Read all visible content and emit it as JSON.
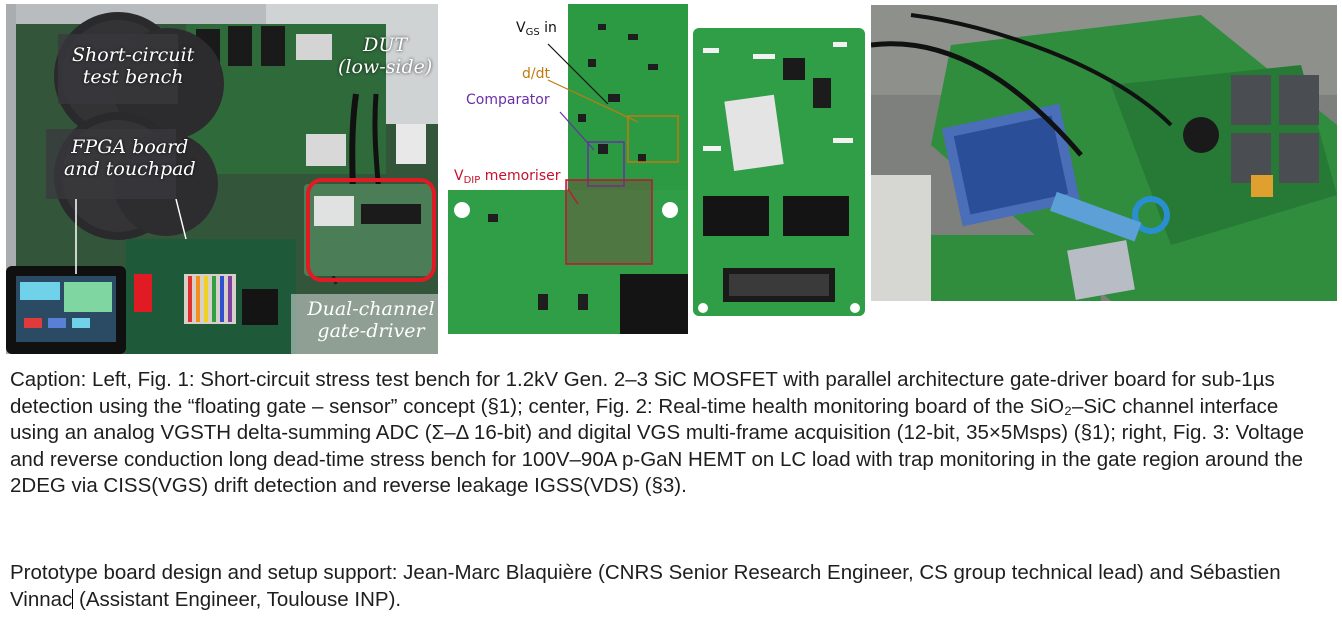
{
  "figure1": {
    "labels": {
      "short_circuit_line1": "Short-circuit",
      "short_circuit_line2": "test bench",
      "fpga_line1": "FPGA board",
      "fpga_line2": "and touchpad",
      "dut_line1": "DUT",
      "dut_line2": "(low-side)",
      "gate_driver_line1": "Dual-channel",
      "gate_driver_line2": "gate-driver"
    },
    "highlight_color": "#e01b24"
  },
  "figure2": {
    "labels": {
      "vgs_in_main": "V",
      "vgs_in_sub": "GS",
      "vgs_in_rest": " in",
      "ddt": "d/dt",
      "comparator": "Comparator",
      "vdip_main": "V",
      "vdip_sub": "DIP",
      "vdip_rest": " memoriser"
    },
    "colors": {
      "ddt": "#c07a10",
      "comparator": "#6a2ea8",
      "vdip": "#c8102e"
    }
  },
  "caption": {
    "main": "Caption: Left, Fig. 1: Short-circuit stress test bench for 1.2kV Gen. 2–3 SiC MOSFET with parallel architecture gate-driver board for sub-1µs detection using the “floating gate – sensor” concept (§1); center, Fig. 2: Real-time health monitoring board of the SiO₂–SiC channel interface using an analog VGSTH delta-summing ADC (Σ–Δ 16-bit) and digital VGS multi-frame acquisition (12-bit, 35×5Msps) (§1); right, Fig. 3: Voltage and reverse conduction long dead-time stress bench for 100V–90A p-GaN HEMT on LC load with trap monitoring in the gate region around the 2DEG via CISS(VGS) drift detection and reverse leakage IGSS(VDS) (§3).",
    "credit_part1": "Prototype board design and setup support: Jean-Marc Blaquière (CNRS Senior Research Engineer, CS group technical lead) and Sébastien Vinnac",
    "credit_part2": " (Assistant Engineer, Toulouse INP)."
  }
}
